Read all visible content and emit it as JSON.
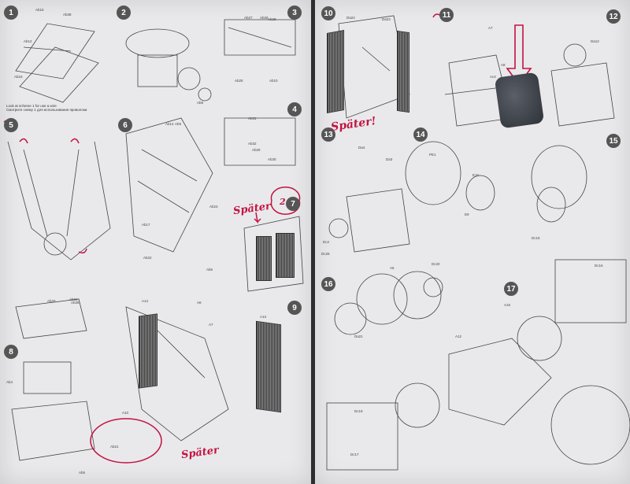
{
  "steps_left": [
    "1",
    "2",
    "3",
    "4",
    "5",
    "6",
    "7",
    "8",
    "9"
  ],
  "steps_right": [
    "10",
    "11",
    "12",
    "13",
    "14",
    "15",
    "16",
    "17"
  ],
  "note_lines": [
    "Look at scheme 1 for use a wire",
    "Смотрите схему 1 для использования проволоки"
  ],
  "annotations": {
    "spater_1": "Später",
    "spater_2": "Später",
    "spater_3": "Später!",
    "circled_number": "2"
  },
  "part_labels_left": [
    "Ab38",
    "Ab15",
    "Ab12",
    "Ab16",
    "Ab27",
    "Ab26",
    "Ab10",
    "Ab8",
    "Ab25",
    "Ab28",
    "Ab29",
    "Ab31",
    "Ab32",
    "Ab30",
    "Ab14",
    "Ab23",
    "Ab17",
    "Ab22",
    "Ab6",
    "Ab9",
    "Ab33",
    "Ab35",
    "A14",
    "A13",
    "A10",
    "A8",
    "A7",
    "Ab34",
    "Ab4",
    "Ab5",
    "Ab21"
  ],
  "part_labels_right": [
    "Da24",
    "Da23",
    "Da3",
    "Da4",
    "Dc2",
    "Dc26",
    "A7",
    "Ac4",
    "A8",
    "Da12",
    "PE1",
    "E10",
    "E9",
    "A15",
    "A12",
    "Dc16",
    "Dc15",
    "Dc17",
    "Da21",
    "Dc20",
    "A6",
    "Dc19"
  ],
  "colors": {
    "annotation_red": "#c4123f",
    "page": "#e9e9ec",
    "ink": "#333333"
  }
}
